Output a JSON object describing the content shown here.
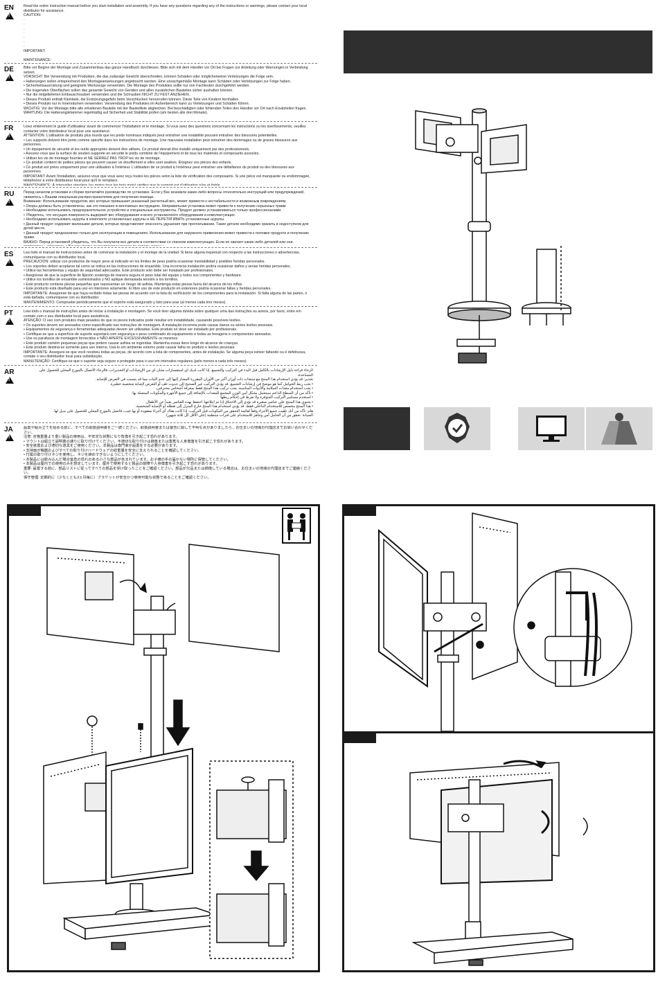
{
  "languages": [
    {
      "code": "EN",
      "text": "Read the entire instruction manual before you start installation and assembly. If you have any questions regarding any of the instructions or warnings, please contact your local distributor for assistance.\nCAUTION:\n·\n·\n·\n·\n·\n·\n·\nIMPORTANT:\n\nMAINTENANCE:"
    },
    {
      "code": "DE",
      "text": "Bitte vor Beginn der Montage und Zusammenbau das ganze Handbuch durchlesen. Bitte sich mit dem Händler vor Ort bei Fragen zur Anleitung oder Warnungen in Verbindung setzen.\nVORSICHT: Bei Verwendung mit Produkten, die das zulässige Gewicht überschreiten, können Schäden oder möglicherweise Verletzungen die Folge sein.\n• Halterungen sollen entsprechend den Montageanweisungen angebracht werden. Eine unsachgemäße Montage kann Schäden oder Verletzungen zur Folge haben.\n• Sicherheitsausrüstung und geeignete Werkzeuge verwenden. Die Montage des Produktes sollte nur von Fachleuten durchgeführt werden.\n• Die tragenden Oberflächen sollen das gesamte Gewicht von Geräten und allen zusätzlichen Bauteilen sicher aushalten können.\n• Nur die mitgelieferten Einbauschrauben verwenden und die Schrauben NICHT ZU FEST ANZIEHEN.\n• Dieses Produkt enthält Kleinteile, die Erstickungsgefahr beim Verschlucken hervorrufen können. Diese Teile von Kindern fernhalten.\n• Dieses Produkt nur in Innenräumen verwenden. Verwendung des Produktes im Außenbereich kann zu Verletzungen und Schäden führen.\nWICHTIG: Vor der Montage bitte alle erhaltenen Bauteile mit der Bauteilliste abgleichen. Bei beschädigten oder fehlenden Teilen den Händler vor Ort nach Ersatzteilen fragen.\nWARTUNG: Die Halterungsklammer regelmäßig auf Sicherheit und Stabilität prüfen (am besten alle drei Monate)."
    },
    {
      "code": "FR",
      "text": "Lisez entièrement le guide d'utilisateur avant de commencer l'installation et le montage. Si vous avez des questions concernant les instructions ou les avertissements, veuillez contacter votre distributeur local pour une assistance.\nATTENTION: L'utilisation de produits plus lourds que les poids nominaux indiqués peut entraîner une instabilité pouvant entraîner des blessures potentielles.\n• Les supports doivent être joints comme spécifié dans les instructions de montage. Une mauvaise installation peut entraîner des dommages ou de graves blessures aux personnes.\n• Un équipement de sécurité et les outils appropriés doivent être utilisés. Ce produit devrait être installé uniquement par des professionnels.\n• Assurez-vous que la surface de soutien supporte en sécurité le poids combiné de l'équipement et de tous les matériels et composants associés.\n• Utiliser les vis de montage fournies et NE SERREZ PAS TROP les vis de montage.\n• Ce produit contient de petites pièces qui peuvent causer un étouffement si elles sont avalées. Éloignez ces pièces des enfants.\n• Ce produit est prévu uniquement pour une utilisation à l'intérieur. L'utilisation de ce produit à l'extérieur peut entraîner une défaillance du produit ou des blessures aux personnes.\nIMPORTANT: Avant l'installation, assurez-vous que vous avez reçu toutes les pièces selon la liste de vérification des composants. Si une pièce est manquante ou endommagée, téléphonez à votre distributeur local pour qu'il le remplace.\nMAINTENANCE: À intervalles réguliers (au moins tous les trois mois) vérifiez que le support est d'utilisation sûre et fiable."
    },
    {
      "code": "RU",
      "text": "Перед началом установки и сборки прочитайте руководство по установке. Если у Вас возникли какие-либо вопросы относительно инструкций или предупреждений, свяжитесь с Вашим локальным распространителем для получения помощи.\nВнимание: Использование продуктов, вес которых превышает указанный расчетный вес, может привести к нестабильности и возможным повреждениям.\n• Опоры должны быть установлены, как это показано в монтажных инструкциях. Неправильная установка может привести к получению серьезных травм.\n• Необходимо использовать предохранительное устройство и специальные инструменты. Продукт должен устанавливаться только профессионалами.\n• Убедитесь, что несущая поверхность выдержит вес оборудования и всего установочного оборудования и комплектующих.\n• Необходимо использовать шурупы в комплекте установочных шурупы и НЕ ПЕРЕТЯГИВАТЬ установочные шурупы.\n• Данный продукт содержит маленькие детали, которые представляют опасность удушения при проглатывании. Такие детали необходимо хранить в недоступном для детей месте.\n• Данный продукт предназначен только для эксплуатации в помещениях. Использование для наружного применения может привести к поломке продукта и получению травм.\nВАЖНО: Перед установкой убедитесь, что Вы получили все детали в соответствии со списком комплектующих. Если не хватает каких-либо деталей или они повреждены, свяжитесь с Вашим местным распространителем по поводу замены.\nТЕХНИЧЕСКОЕ ОБСЛУЖИВАНИЕ: Необходимо регулярно проверять (как минимум, раз в три месяца), чтобы кронштейн был зафиксирован, и его использование было безопасным."
    },
    {
      "code": "ES",
      "text": "Lea todo el manual de instrucciones antes de comenzar la instalación y el montaje de la unidad. Si tiene alguna inquietud con respecto a las instrucciones o advertencias, comuníquese con su distribuidor local.\nPRECAUCIÓN: utilizar con productos de mayor peso al indicado en los límites de peso podría ocasionar inestabilidad y posibles heridas personales.\n• Los soportes deben acoplarse tal como se indica en las instrucciones de ensamble. Una incorrecta instalación podría ocasionar daños y serias heridas personales.\n• Utilice las herramientas y equipo de seguridad adecuados. Este producto solo debe ser instalado por profesionales.\n• Asegúrese de que la superficie de fijación sostenga de manera segura el peso total del equipo y todos sus componentes y hardware.\n• Utilice los tornillos de ensamble suministrados y NO aplique demasiada tensión a los tornillos.\n• Este producto contiene piezas pequeñas que representan un riesgo de asfixia. Mantenga estas piezas fuera del alcance de los niños.\n• Este producto está diseñado para uso en interiores solamente. El libre uso de este producto en exteriores podría ocasionar fallas y heridas personales.\nIMPORTANTE: Asegúrese de que haya recibido todas las piezas de acuerdo con la lista de verificación de los componentes para la instalación. Si falta alguna de las partes, o está dañada, comuníquese con su distribuidor.\nMANTENIMIENTO: Compruebe periódicamente que el soporte está asegurado y listo para usar (al menos cada tres meses)."
    },
    {
      "code": "PT",
      "text": "Leia todo o manual de instruções antes de iniciar a instalação e montagem. Se você tiver alguma dúvida sobre qualquer uma das instruções ou avisos, por favor, entre em contato com o seu distribuidor local para assistência.\nATENÇÃO: O uso com produtos mais pesados do que os pesos indicados pode resultar em instabilidade, causando possíveis lesões.\n• Os suportes devem ser anexados como especificado nas instruções de montagem. A instalação incorreta pode causar danos ou sérios lesões pessoais.\n• Equipamentos de segurança e ferramentas adequadas devem ser utilizadas. Este produto só deve ser instalado por profissionais.\n• Certifique-se que a superfície de suporte suportará com segurança o peso combinado do equipamento e todas as ferragens e componentes anexados.\n• Use os parafusos de montagem fornecidos e NÃO APERTE EXCESSIVAMENTE os mesmos.\n• Este produto contém pequenas peças que podem causar asfixia se ingeridas. Mantenha essas itens longe do alcance de crianças.\n• Este produto destina-se somente para uso interno. Usá-lo em ambiente externo pode causar falha no produto e lesões pessoais.\nIMPORTANTE: Assegure-se que você recebeu todas as peças, de acordo com a lista de componentes, antes de instalação. Se alguma peça estiver faltando ou é defeituosa, contate o seu distribuidor local para substituição.\nMANUTENÇÃO: Certifique-se que o suporte seja seguro e protegido para o uso em intervalos regulares (pelo menos a cada três meses)."
    },
    {
      "code": "AR",
      "text": "الرجاء قراءة دليل الإرشادات بالكامل قبل البدء في التركيب والتجميع. إذا كانت لديك أي استفسارات بشأن أي من الإرشادات أو التحذيرات، فالرجاء الاتصال بالموزع المحلي للحصول على المساعدة.\nتحذير: قد يؤدي استخدام هذا المنتج مع منتجات ذات أوزان أكبر من الأوزان المقررة المشار إليها إلى عدم الثبات مما قد يتسبب في التعرض للإصابة.\n• يجب ربط الحوامل كما هو موضح في إرشادات التجميع. قد يؤدي التركيب غير الصحيح إلى حدوث تلف أو التعرض لإصابة شخصية خطيرة.\n• يجب استخدام معدات السلامة والأدوات المناسبة. يجب تركيب هذا المنتج فقط بمعرفة أشخاص محترفين.\n• تأكد من أن السطح الداعم سيتحمل بشكل آمن الوزن المجمع للمعدات بالإضافة إلى جميع الأجهزة والمكونات المتصلة بها.\n• استخدم مسامير التركيب المتوفرة ولا تفرط في إحكام ربطها.\n• يحتوي هذا المنتج على عناصر صغيرة قد تؤدي إلى الاختناق إذا تم ابتلاعها. احتفظ بهذه العناصر بعيداً عن الأطفال.\n• هذا المنتج مخصص للاستخدام الداخلي فقط. قد يؤدي استخدام هذا المنتج خارج المنزل إلى تعطله أو الإصابة الشخصية.\nهام: تأكد من أنك تلقيت جميع الأجزاء وفقاً لقائمة التحقق من المكونات قبل التركيب. إذا كانت هناك أي أجزاء مفقودة أو بها عيب، فاتصل بالموزع المحلي للحصول على بديل لها.\nالصيانة: تحقق من أن الحامل آمن وجاهز للاستخدام على فترات منتظمة (على الأقل كل ثلاثة شهور)."
    },
    {
      "code": "JA",
      "text": "設置や組み立てを始める前に、すべての取扱説明書をご一読ください。取扱説明書または警告に関して不明な点がありましたら、お住まいの地域の代理店までお問い合わせください。\n注意: 定格重量より重い製品の使用は、不安定な状態になり負傷を引き起こす恐れがあります。\n• マウントは組立て説明書の通りに取り付けてください。不適切な取り付けは損傷または重篤な人身傷害を引き起こす恐れがあります。\n• 安全装置および適切な道具をご使用ください。本製品は専門家が設置をする必要があります。\n• 支持面が機器およびすべての取り付けハードウェアの総重量を安全に支えられることを確認してください。\n• 付属の取り付けネジを使用し、ネジを締めすぎないようにしてください。\n• 本製品には飲み込んだ場合窒息の恐れのある小さな部品が含まれています。お子様の手の届かない場所に保管してください。\n• 本製品は屋内での使用のみを想定しています。屋外で使用すると製品の故障や人身傷害を引き起こす恐れがあります。\n重要: 設置する前に、部品リストに従ってすべての部品を受け取ったことをご確認ください。部品が欠品または損傷している場合は、お住まいの地域の代理店までご連絡ください。\n保守管理: 定期的に（少なくとも3ヵ月毎に）ブラケットが安全かつ使用可能な状態であることをご確認ください。"
    }
  ],
  "colors": {
    "dark": "#2f2f2f",
    "light_gray": "#d8d8d8",
    "line": "#1a1a1a"
  },
  "icons": [
    "warning-icon",
    "two-person-lift-icon",
    "tool-badge-icon",
    "monitor-icon",
    "weight-icon"
  ]
}
